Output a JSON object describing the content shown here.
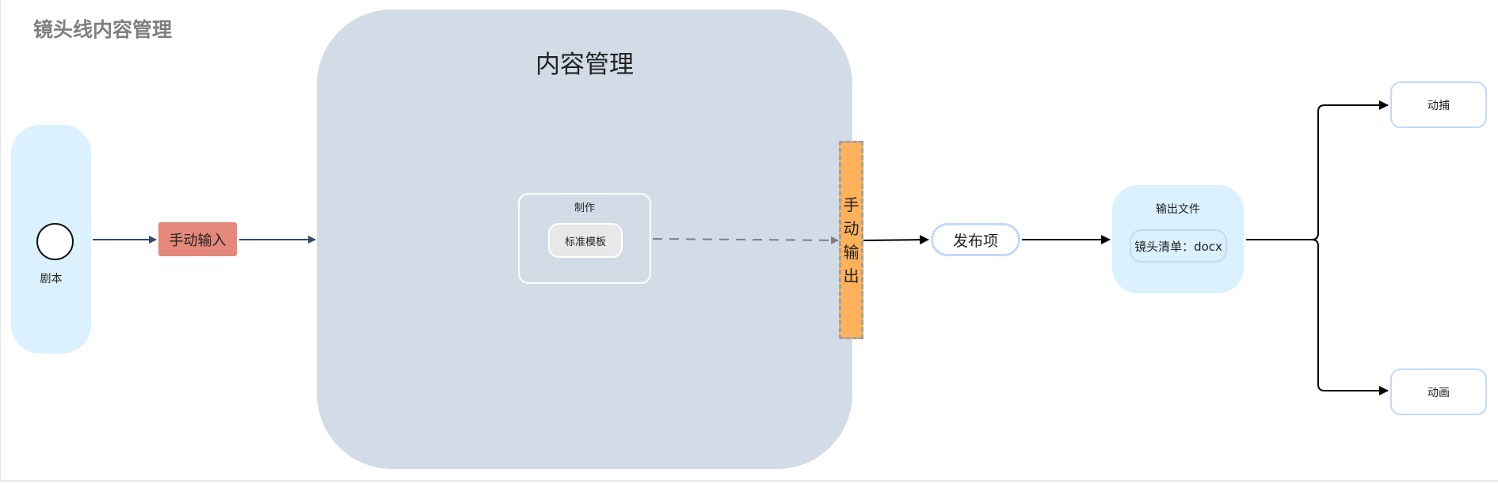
{
  "title": "镜头线内容管理",
  "script_lane": {
    "label": "剧本"
  },
  "manual_input": {
    "label": "手动输入"
  },
  "content_management": {
    "title": "内容管理",
    "production": {
      "label": "制作",
      "template": "标准模板"
    }
  },
  "manual_output": {
    "chars": [
      "手",
      "动",
      "输",
      "出"
    ]
  },
  "publish_item": {
    "label": "发布项"
  },
  "output_file": {
    "label": "输出文件",
    "item": "镜头清单：docx"
  },
  "targets": [
    {
      "label": "动捕"
    },
    {
      "label": "动画"
    }
  ],
  "colors": {
    "lane": "#dbf1fe",
    "manual_input": "#e3887a",
    "container": "#d1dce7",
    "manual_output": "#ffb25a",
    "node_border": "#c3d9fb",
    "arrow_dark": "#34496b"
  }
}
